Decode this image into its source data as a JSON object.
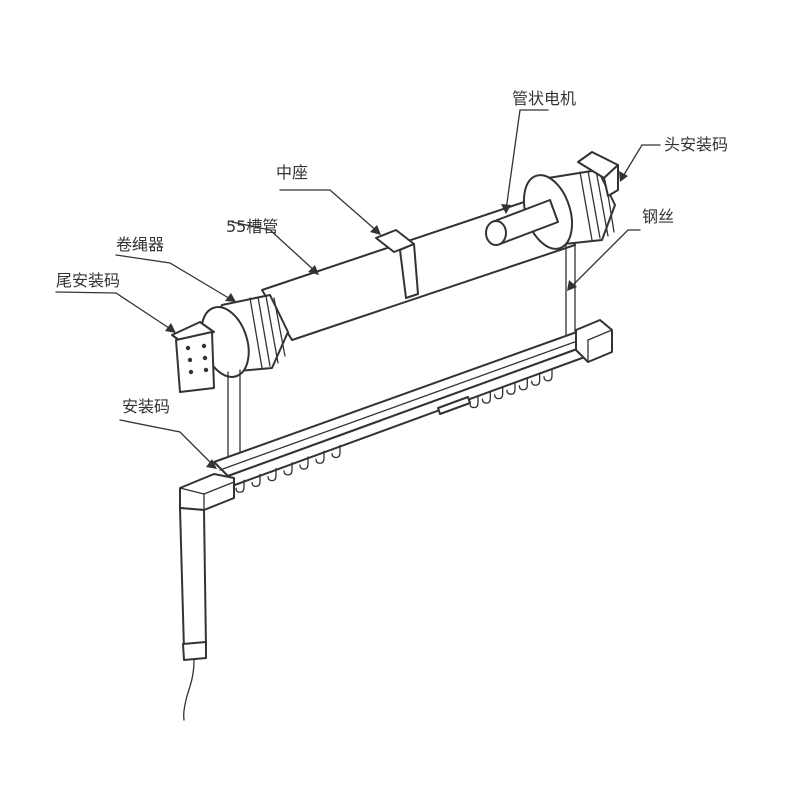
{
  "labels": {
    "tube_motor": "管状电机",
    "head_bracket": "头安装码",
    "center_seat": "中座",
    "tube_55": "55槽管",
    "rope_winder": "卷绳器",
    "steel_wire": "钢丝",
    "tail_bracket": "尾安装码",
    "mount_bracket": "安装码"
  },
  "colors": {
    "stroke": "#333333",
    "background": "#ffffff"
  }
}
